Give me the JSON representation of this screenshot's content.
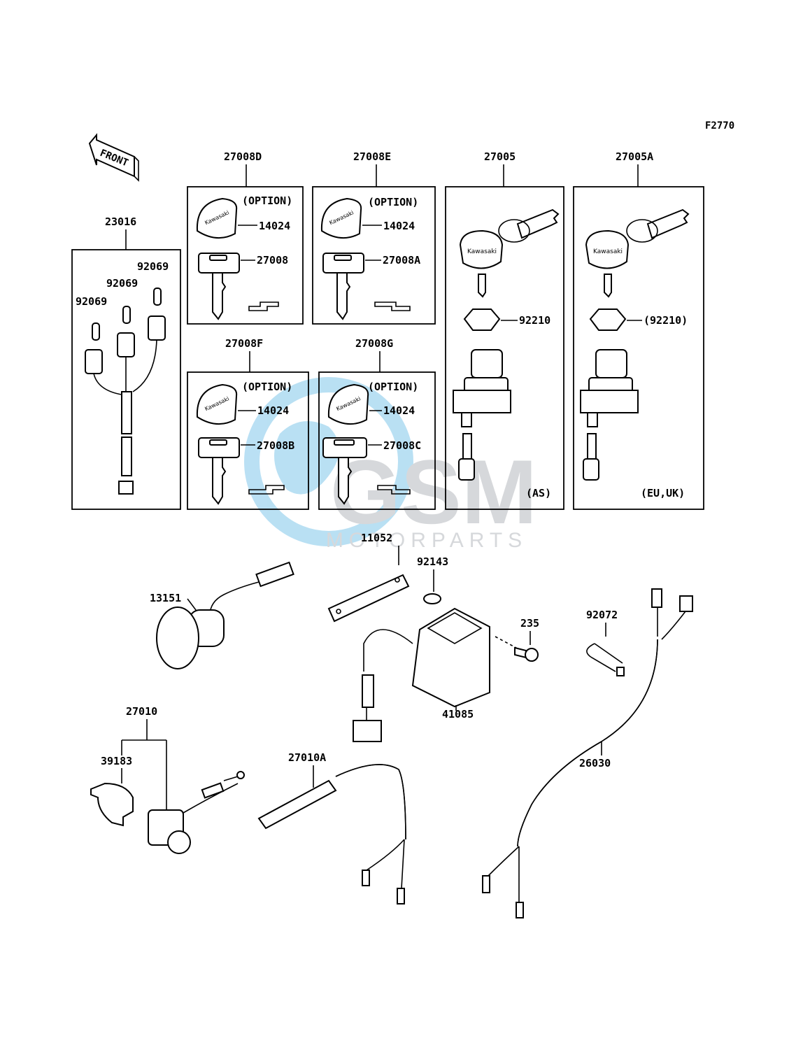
{
  "diagram_id": "F2770",
  "front_label": "FRONT",
  "watermark": {
    "brand": "GSM",
    "sub": "MOTORPARTS"
  },
  "colors": {
    "watermark_blue": "#3aa7df",
    "watermark_gray": "#8d9299"
  },
  "parts": {
    "p23016": "23016",
    "p92069": "92069",
    "p27008D": "27008D",
    "p27008E": "27008E",
    "p27005": "27005",
    "p27005A": "27005A",
    "p27008F": "27008F",
    "p27008G": "27008G",
    "p14024": "14024",
    "p27008": "27008",
    "p27008A": "27008A",
    "p27008B": "27008B",
    "p27008C": "27008C",
    "p92210": "92210",
    "p92210_paren": "(92210)",
    "p11052": "11052",
    "p92143": "92143",
    "p13151": "13151",
    "p235": "235",
    "p92072": "92072",
    "p41085": "41085",
    "p27010": "27010",
    "p39183": "39183",
    "p27010A": "27010A",
    "p26030": "26030"
  },
  "notes": {
    "option": "(OPTION)",
    "as": "(AS)",
    "eu_uk": "(EU,UK)"
  },
  "brand_text": "Kawasaki"
}
